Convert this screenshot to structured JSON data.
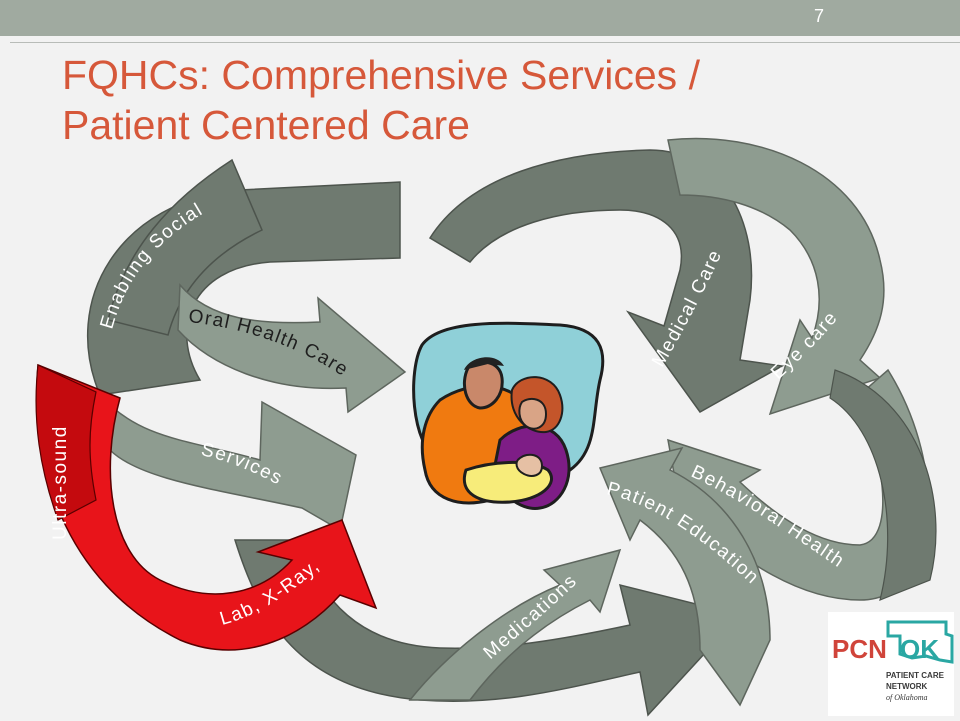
{
  "slide": {
    "number": "7",
    "title_line1": "FQHCs:  Comprehensive Services /",
    "title_line2": "Patient Centered Care"
  },
  "labels": {
    "enabling_social": "Enabling Social",
    "services": "Services",
    "oral_health": "Oral Health Care",
    "ultrasound": "Ultra-sound",
    "lab_xray": "Lab, X-Ray,",
    "medical_care": "Medical Care",
    "eye_care": "Eye care",
    "behavioral_health": "Behavioral Health",
    "patient_education": "Patient Education",
    "medications": "Medications"
  },
  "logo": {
    "brand_left": "PCN",
    "brand_right": "OK",
    "line1": "PATIENT CARE",
    "line2": "NETWORK",
    "line3": "of Oklahoma"
  },
  "colors": {
    "title": "#d6583a",
    "arrow_dark": "#6f7a70",
    "arrow_light": "#8e9c90",
    "arrow_red": "#e8141a",
    "logo_red": "#d0443a",
    "logo_teal": "#2aa7a3"
  }
}
